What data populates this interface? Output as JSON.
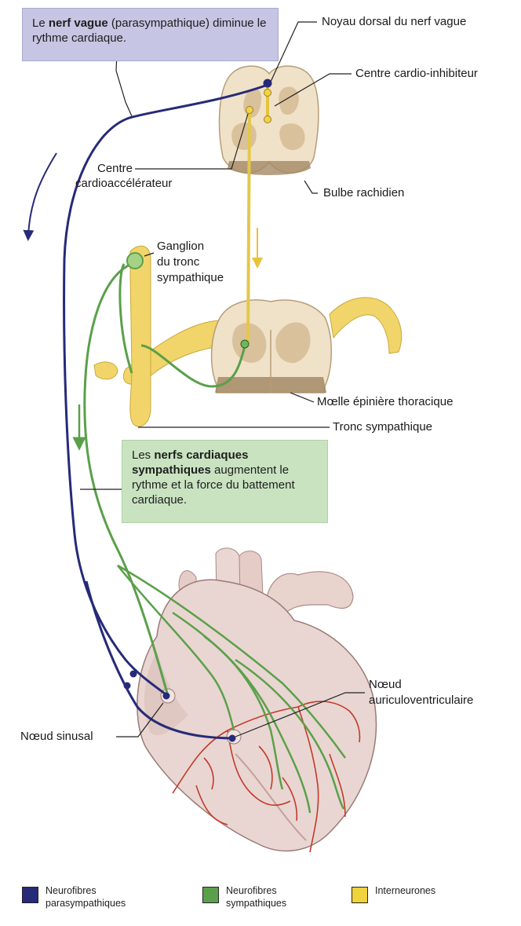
{
  "callouts": {
    "parasympathetic": {
      "prefix": "Le ",
      "bold": "nerf vague",
      "rest": " (parasympathique) diminue le rythme cardiaque."
    },
    "sympathetic": {
      "prefix": "Les ",
      "bold": "nerfs cardiaques sympathiques",
      "rest": " augmentent le rythme et la force du battement cardiaque."
    }
  },
  "labels": {
    "noyau_dorsal": "Noyau dorsal du nerf vague",
    "centre_inhibiteur": "Centre cardio-inhibiteur",
    "centre_accelerateur_line1": "Centre",
    "centre_accelerateur_line2": "cardioaccélérateur",
    "bulbe": "Bulbe rachidien",
    "ganglion_line1": "Ganglion",
    "ganglion_line2": "du tronc",
    "ganglion_line3": "sympathique",
    "moelle": "Mœlle épinière thoracique",
    "tronc": "Tronc sympathique",
    "noeud_av_line1": "Nœud",
    "noeud_av_line2": "auriculoventriculaire",
    "noeud_sinusal": "Nœud sinusal"
  },
  "legend": [
    {
      "line1": "Neurofibres",
      "line2": "parasympathiques",
      "color": "#262a78"
    },
    {
      "line1": "Neurofibres",
      "line2": "sympathiques",
      "color": "#5aa04a"
    },
    {
      "line1": "Interneurones",
      "line2": "",
      "color": "#f0d23a"
    }
  ]
}
